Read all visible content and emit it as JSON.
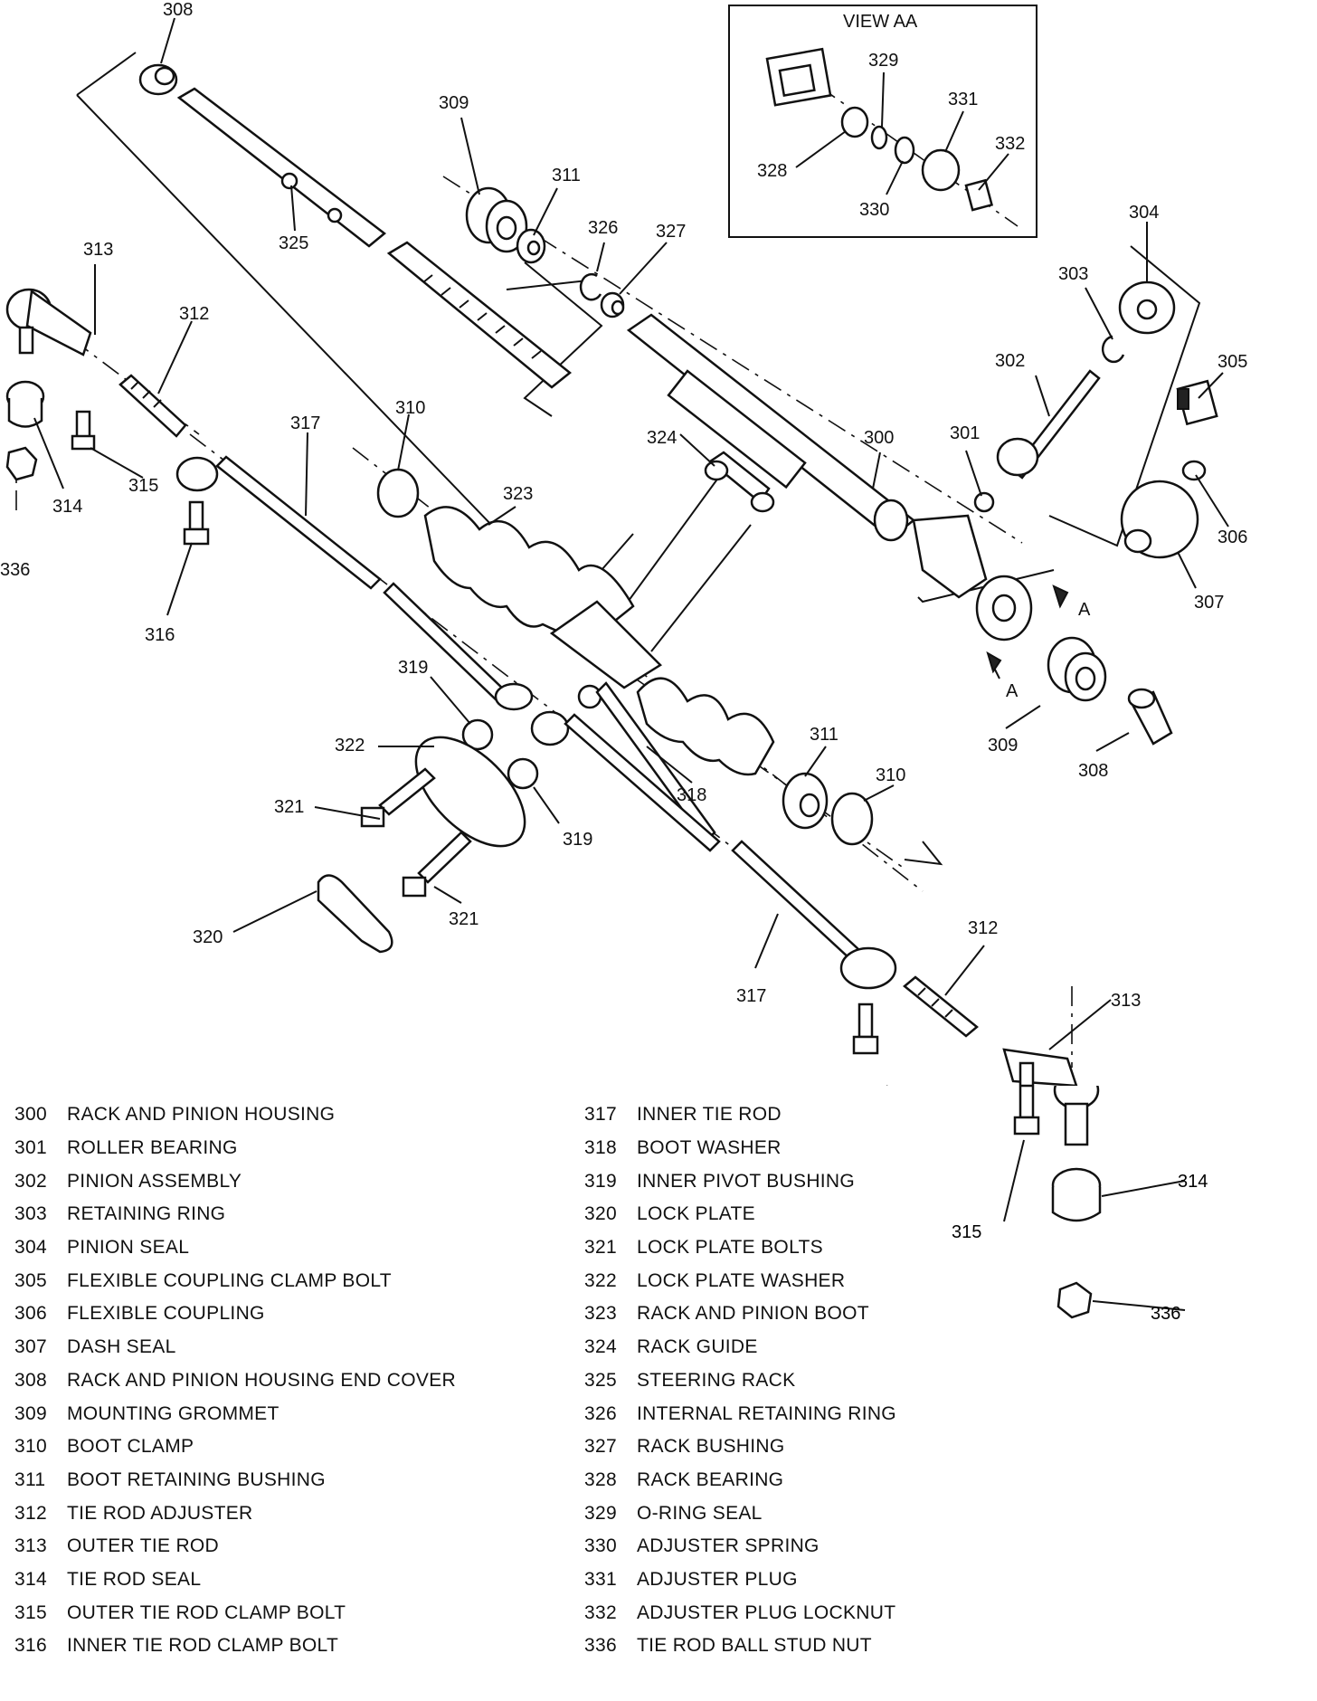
{
  "view_title": "VIEW AA",
  "section_mark": "A",
  "callouts": [
    {
      "id": "c308a",
      "label": "308"
    },
    {
      "id": "c309a",
      "label": "309"
    },
    {
      "id": "c311a",
      "label": "311"
    },
    {
      "id": "c326",
      "label": "326"
    },
    {
      "id": "c327",
      "label": "327"
    },
    {
      "id": "c325",
      "label": "325"
    },
    {
      "id": "c313a",
      "label": "313"
    },
    {
      "id": "c312a",
      "label": "312"
    },
    {
      "id": "c317a",
      "label": "317"
    },
    {
      "id": "c310a",
      "label": "310"
    },
    {
      "id": "c315a",
      "label": "315"
    },
    {
      "id": "c314a",
      "label": "314"
    },
    {
      "id": "c336a",
      "label": "336"
    },
    {
      "id": "c316a",
      "label": "316"
    },
    {
      "id": "c323",
      "label": "323"
    },
    {
      "id": "c324",
      "label": "324"
    },
    {
      "id": "c300",
      "label": "300"
    },
    {
      "id": "c301",
      "label": "301"
    },
    {
      "id": "c302",
      "label": "302"
    },
    {
      "id": "c303",
      "label": "303"
    },
    {
      "id": "c304",
      "label": "304"
    },
    {
      "id": "c305",
      "label": "305"
    },
    {
      "id": "c306",
      "label": "306"
    },
    {
      "id": "c307",
      "label": "307"
    },
    {
      "id": "c329",
      "label": "329"
    },
    {
      "id": "c331",
      "label": "331"
    },
    {
      "id": "c332",
      "label": "332"
    },
    {
      "id": "c328",
      "label": "328"
    },
    {
      "id": "c330",
      "label": "330"
    },
    {
      "id": "c319a",
      "label": "319"
    },
    {
      "id": "c322",
      "label": "322"
    },
    {
      "id": "c318",
      "label": "318"
    },
    {
      "id": "c311b",
      "label": "311"
    },
    {
      "id": "c310b",
      "label": "310"
    },
    {
      "id": "c309b",
      "label": "309"
    },
    {
      "id": "c308b",
      "label": "308"
    },
    {
      "id": "c321a",
      "label": "321"
    },
    {
      "id": "c319b",
      "label": "319"
    },
    {
      "id": "c321b",
      "label": "321"
    },
    {
      "id": "c320",
      "label": "320"
    },
    {
      "id": "c317b",
      "label": "317"
    },
    {
      "id": "c312b",
      "label": "312"
    },
    {
      "id": "c313b",
      "label": "313"
    },
    {
      "id": "c316b",
      "label": "316"
    },
    {
      "id": "c314b",
      "label": "314"
    },
    {
      "id": "c315b",
      "label": "315"
    },
    {
      "id": "c336b",
      "label": "336"
    }
  ],
  "legend_left": [
    {
      "num": "300",
      "name": "RACK AND PINION HOUSING"
    },
    {
      "num": "301",
      "name": "ROLLER BEARING"
    },
    {
      "num": "302",
      "name": "PINION ASSEMBLY"
    },
    {
      "num": "303",
      "name": "RETAINING RING"
    },
    {
      "num": "304",
      "name": "PINION SEAL"
    },
    {
      "num": "305",
      "name": "FLEXIBLE COUPLING CLAMP BOLT"
    },
    {
      "num": "306",
      "name": "FLEXIBLE COUPLING"
    },
    {
      "num": "307",
      "name": "DASH SEAL"
    },
    {
      "num": "308",
      "name": "RACK AND PINION HOUSING END COVER"
    },
    {
      "num": "309",
      "name": "MOUNTING GROMMET"
    },
    {
      "num": "310",
      "name": "BOOT CLAMP"
    },
    {
      "num": "311",
      "name": "BOOT RETAINING BUSHING"
    },
    {
      "num": "312",
      "name": "TIE ROD ADJUSTER"
    },
    {
      "num": "313",
      "name": "OUTER TIE ROD"
    },
    {
      "num": "314",
      "name": "TIE ROD SEAL"
    },
    {
      "num": "315",
      "name": "OUTER TIE ROD CLAMP BOLT"
    },
    {
      "num": "316",
      "name": "INNER TIE ROD CLAMP BOLT"
    }
  ],
  "legend_right": [
    {
      "num": "317",
      "name": "INNER TIE ROD"
    },
    {
      "num": "318",
      "name": "BOOT WASHER"
    },
    {
      "num": "319",
      "name": "INNER PIVOT BUSHING"
    },
    {
      "num": "320",
      "name": "LOCK PLATE"
    },
    {
      "num": "321",
      "name": "LOCK PLATE BOLTS"
    },
    {
      "num": "322",
      "name": "LOCK PLATE WASHER"
    },
    {
      "num": "323",
      "name": "RACK AND PINION BOOT"
    },
    {
      "num": "324",
      "name": "RACK GUIDE"
    },
    {
      "num": "325",
      "name": "STEERING RACK"
    },
    {
      "num": "326",
      "name": "INTERNAL RETAINING RING"
    },
    {
      "num": "327",
      "name": "RACK BUSHING"
    },
    {
      "num": "328",
      "name": "RACK BEARING"
    },
    {
      "num": "329",
      "name": "O-RING SEAL"
    },
    {
      "num": "330",
      "name": "ADJUSTER SPRING"
    },
    {
      "num": "331",
      "name": "ADJUSTER PLUG"
    },
    {
      "num": "332",
      "name": "ADJUSTER PLUG LOCKNUT"
    },
    {
      "num": "336",
      "name": "TIE ROD BALL STUD NUT"
    }
  ]
}
